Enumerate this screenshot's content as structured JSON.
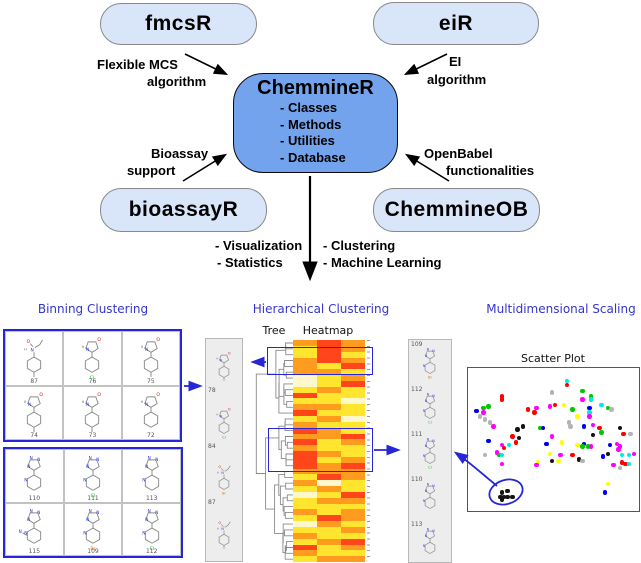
{
  "colors": {
    "accent_blue": "#2526d8",
    "title_blue": "#3535cf",
    "package_fill": "#d9e6f9",
    "package_border": "#898989",
    "center_fill": "#74a3ee",
    "strip_bg": "#ededed",
    "heat_palette": {
      "R": "#ff4519",
      "O": "#ff9c20",
      "Y": "#ffe52e",
      "P": "#fff8cd"
    },
    "point_palette": {
      "r": "#ff0000",
      "g": "#00c800",
      "b": "#0000f0",
      "c": "#00e8e8",
      "m": "#ff00ff",
      "y": "#ffff00",
      "k": "#141414",
      "a": "#b4b4b4"
    }
  },
  "top": {
    "packages": {
      "fmcsR": "fmcsR",
      "eiR": "eiR",
      "bioassayR": "bioassayR",
      "chemmineOB": "ChemmineOB"
    },
    "center": {
      "title": "ChemmineR",
      "items": [
        "- Classes",
        "- Methods",
        "- Utilities",
        "- Database"
      ]
    },
    "labels": {
      "fmcs_line1": "Flexible MCS",
      "fmcs_line2": "algorithm",
      "ei_line1": "EI",
      "ei_line2": "algorithm",
      "bio_line1": "Bioassay",
      "bio_line2": "support",
      "ob_line1": "OpenBabel",
      "ob_line2": "functionalities"
    },
    "outputs": {
      "left1": "- Visualization",
      "left2": "- Statistics",
      "right1": "- Clustering",
      "right2": "- Machine Learning"
    }
  },
  "sections": {
    "binning": {
      "title": "Binning Clustering",
      "grid1": [
        {
          "id": "87",
          "type": "amide",
          "sub": "CH3"
        },
        {
          "id": "76",
          "type": "pyrazolone",
          "sub": "Cl"
        },
        {
          "id": "75",
          "type": "pyrazolone",
          "sub": "CH3"
        },
        {
          "id": "74",
          "type": "pyridazinone",
          "sub": "CH3"
        },
        {
          "id": "73",
          "type": "pyrazolone",
          "sub": "CH3"
        },
        {
          "id": "72",
          "type": "pyrazolone",
          "sub": ""
        }
      ],
      "grid2": [
        {
          "id": "110",
          "type": "triazole",
          "sub": ""
        },
        {
          "id": "111",
          "type": "triazole",
          "sub": "Cl"
        },
        {
          "id": "113",
          "type": "triazole",
          "sub": ""
        },
        {
          "id": "115",
          "type": "triazole",
          "sub": "CN"
        },
        {
          "id": "109",
          "type": "triazole",
          "sub": "Br"
        },
        {
          "id": "112",
          "type": "triazole",
          "sub": "Cl"
        }
      ]
    },
    "hierarchical": {
      "title": "Hierarchical Clustering",
      "tree_label": "Tree",
      "heatmap_label": "Heatmap",
      "left_strip": [
        {
          "id": "78",
          "type": "pyrazolone",
          "sub": "CH3"
        },
        {
          "id": "84",
          "type": "pyrazolone",
          "sub": "Cl"
        },
        {
          "id": "87",
          "type": "amide",
          "sub": "Br"
        },
        {
          "id": "",
          "type": "amide",
          "sub": "CH3"
        }
      ],
      "right_strip": [
        {
          "id": "109",
          "type": "triazole",
          "sub": "Br"
        },
        {
          "id": "112",
          "type": "triazole",
          "sub": "Cl"
        },
        {
          "id": "111",
          "type": "triazole",
          "sub": "Cl"
        },
        {
          "id": "110",
          "type": "triazole",
          "sub": ""
        },
        {
          "id": "113",
          "type": "triazole",
          "sub": ""
        }
      ],
      "heatmap_rows": [
        [
          "O",
          "R",
          "O"
        ],
        [
          "Y",
          "R",
          "O"
        ],
        [
          "Y",
          "R",
          "Y"
        ],
        [
          "O",
          "R",
          "O"
        ],
        [
          "O",
          "Y",
          "R"
        ],
        [
          "O",
          "O",
          "Y"
        ],
        [
          "P",
          "Y",
          "O"
        ],
        [
          "P",
          "Y",
          "R"
        ],
        [
          "Y",
          "O",
          "Y"
        ],
        [
          "R",
          "Y",
          "Y"
        ],
        [
          "Y",
          "Y",
          "P"
        ],
        [
          "O",
          "O",
          "Y"
        ],
        [
          "R",
          "Y",
          "Y"
        ],
        [
          "Y",
          "O",
          "P"
        ],
        [
          "O",
          "Y",
          "Y"
        ],
        [
          "R",
          "O",
          "Y"
        ],
        [
          "O",
          "O",
          "R"
        ],
        [
          "R",
          "Y",
          "O"
        ],
        [
          "O",
          "Y",
          "Y"
        ],
        [
          "R",
          "O",
          "Y"
        ],
        [
          "R",
          "Y",
          "O"
        ],
        [
          "R",
          "O",
          "R"
        ],
        [
          "O",
          "O",
          "O"
        ],
        [
          "Y",
          "R",
          "O"
        ],
        [
          "O",
          "P",
          "Y"
        ],
        [
          "Y",
          "O",
          "Y"
        ],
        [
          "P",
          "Y",
          "R"
        ],
        [
          "Y",
          "O",
          "O"
        ],
        [
          "Y",
          "Y",
          "Y"
        ],
        [
          "O",
          "Y",
          "O"
        ],
        [
          "Y",
          "R",
          "O"
        ],
        [
          "P",
          "O",
          "Y"
        ],
        [
          "Y",
          "Y",
          "O"
        ],
        [
          "O",
          "Y",
          "Y"
        ],
        [
          "Y",
          "O",
          "R"
        ],
        [
          "R",
          "Y",
          "O"
        ],
        [
          "O",
          "Y",
          "Y"
        ],
        [
          "Y",
          "O",
          "O"
        ]
      ]
    },
    "mds": {
      "title": "Multidimensional Scaling",
      "plot_title": "Scatter Plot",
      "points": [
        [
          20,
          20,
          "r"
        ],
        [
          20,
          22,
          "r"
        ],
        [
          49,
          17,
          "a"
        ],
        [
          58,
          9,
          "c"
        ],
        [
          58,
          12,
          "r"
        ],
        [
          67,
          16,
          "g"
        ],
        [
          72,
          20,
          "g"
        ],
        [
          72,
          22,
          "c"
        ],
        [
          67,
          22,
          "m"
        ],
        [
          56,
          26,
          "y"
        ],
        [
          9,
          28,
          "g"
        ],
        [
          12,
          27,
          "g"
        ],
        [
          5,
          30,
          "b"
        ],
        [
          9,
          31,
          "m"
        ],
        [
          7,
          34,
          "a"
        ],
        [
          35,
          29,
          "r"
        ],
        [
          40,
          28,
          "m"
        ],
        [
          39,
          31,
          "r"
        ],
        [
          48,
          27,
          "m"
        ],
        [
          51,
          26,
          "r"
        ],
        [
          78,
          26,
          "c"
        ],
        [
          71,
          28,
          "b"
        ],
        [
          71,
          31,
          "c"
        ],
        [
          71,
          34,
          "m"
        ],
        [
          82,
          28,
          "g"
        ],
        [
          84,
          29,
          "a"
        ],
        [
          64,
          34,
          "y"
        ],
        [
          61,
          29,
          "g"
        ],
        [
          10,
          36,
          "a"
        ],
        [
          13,
          38,
          "a"
        ],
        [
          15,
          41,
          "m"
        ],
        [
          32,
          41,
          "k"
        ],
        [
          29,
          43,
          "k"
        ],
        [
          42,
          42,
          "g"
        ],
        [
          44,
          42,
          "b"
        ],
        [
          59,
          38,
          "a"
        ],
        [
          60,
          41,
          "a"
        ],
        [
          68,
          41,
          "b"
        ],
        [
          73,
          40,
          "m"
        ],
        [
          77,
          42,
          "r"
        ],
        [
          78,
          45,
          "g"
        ],
        [
          73,
          47,
          "k"
        ],
        [
          89,
          42,
          "k"
        ],
        [
          91,
          46,
          "r"
        ],
        [
          95,
          46,
          "a"
        ],
        [
          26,
          48,
          "r"
        ],
        [
          30,
          49,
          "k"
        ],
        [
          49,
          48,
          "m"
        ],
        [
          55,
          52,
          "y"
        ],
        [
          12,
          51,
          "b"
        ],
        [
          28,
          52,
          "r"
        ],
        [
          46,
          53,
          "b"
        ],
        [
          20,
          54,
          "m"
        ],
        [
          24,
          54,
          "c"
        ],
        [
          21,
          56,
          "r"
        ],
        [
          68,
          53,
          "b"
        ],
        [
          67,
          55,
          "g"
        ],
        [
          70,
          55,
          "g"
        ],
        [
          72,
          55,
          "m"
        ],
        [
          83,
          54,
          "b"
        ],
        [
          87,
          53,
          "m"
        ],
        [
          89,
          55,
          "m"
        ],
        [
          64,
          54,
          "y"
        ],
        [
          10,
          61,
          "a"
        ],
        [
          17,
          59,
          "m"
        ],
        [
          18,
          61,
          "g"
        ],
        [
          20,
          61,
          "c"
        ],
        [
          48,
          60,
          "y"
        ],
        [
          54,
          61,
          "m"
        ],
        [
          61,
          61,
          "r"
        ],
        [
          65,
          64,
          "k"
        ],
        [
          67,
          65,
          "a"
        ],
        [
          79,
          62,
          "b"
        ],
        [
          82,
          60,
          "k"
        ],
        [
          90,
          61,
          "c"
        ],
        [
          94,
          61,
          "c"
        ],
        [
          97,
          60,
          "m"
        ],
        [
          41,
          66,
          "y"
        ],
        [
          40,
          68,
          "m"
        ],
        [
          49,
          65,
          "k"
        ],
        [
          53,
          65,
          "y"
        ],
        [
          20,
          67,
          "m"
        ],
        [
          90,
          66,
          "r"
        ],
        [
          92,
          67,
          "r"
        ],
        [
          94,
          67,
          "c"
        ],
        [
          89,
          70,
          "a"
        ],
        [
          85,
          68,
          "m"
        ],
        [
          88,
          57,
          "m"
        ],
        [
          82,
          81,
          "y"
        ],
        [
          80,
          87,
          "b"
        ],
        [
          20,
          87,
          "k"
        ],
        [
          23,
          86,
          "k"
        ],
        [
          19,
          90,
          "k"
        ],
        [
          21,
          90,
          "k"
        ],
        [
          23,
          90,
          "k"
        ],
        [
          20,
          92,
          "k"
        ],
        [
          26,
          90,
          "k"
        ]
      ]
    }
  }
}
